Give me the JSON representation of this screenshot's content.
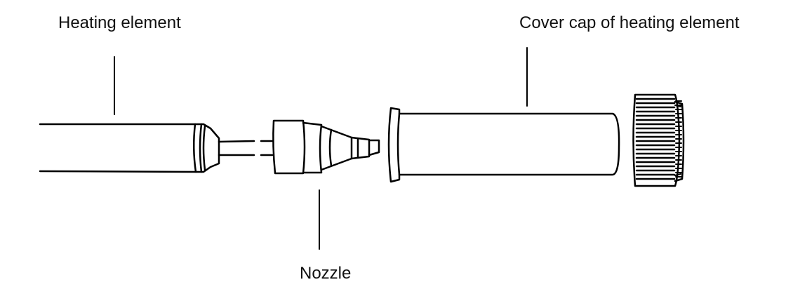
{
  "labels": {
    "heating_element": "Heating element",
    "cover_cap": "Cover cap of heating element",
    "nozzle": "Nozzle"
  },
  "colors": {
    "stroke": "#000000",
    "background": "#ffffff"
  }
}
